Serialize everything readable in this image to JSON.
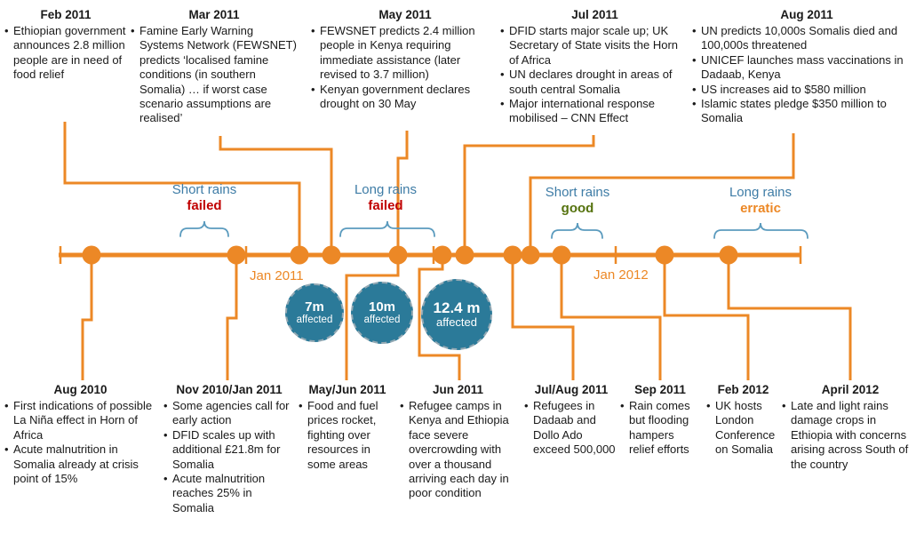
{
  "palette": {
    "orange": "#EC8826",
    "teal": "#2B7A99",
    "blue_label": "#3E7CA6",
    "red": "#C00000",
    "green": "#55720E",
    "brace": "#5B9BBE",
    "text": "#1A1A1A"
  },
  "top_events": [
    {
      "date": "Feb 2011",
      "bullets": [
        "Ethiopian government announces 2.8 million people are in need of food relief"
      ]
    },
    {
      "date": "Mar 2011",
      "bullets": [
        "Famine Early Warning Systems Network (FEWSNET) predicts ‘localised famine conditions (in southern Somalia) … if worst case scenario assumptions are realised’"
      ]
    },
    {
      "date": "May 2011",
      "bullets": [
        "FEWSNET predicts 2.4 million people in Kenya requiring immediate assistance (later revised to 3.7 million)",
        "Kenyan government declares drought on 30 May"
      ]
    },
    {
      "date": "Jul 2011",
      "bullets": [
        "DFID starts major scale up; UK Secretary of State visits the Horn of Africa",
        "UN declares drought in areas of south central Somalia",
        "Major international response mobilised – CNN Effect"
      ]
    },
    {
      "date": "Aug 2011",
      "bullets": [
        "UN predicts 10,000s Somalis died and 100,000s threatened",
        "UNICEF launches mass vaccinations in Dadaab, Kenya",
        "US increases aid to $580 million",
        "Islamic states pledge $350 million to Somalia"
      ]
    }
  ],
  "bottom_events": [
    {
      "date": "Aug 2010",
      "bullets": [
        "First indications of possible La Niña effect in Horn of Africa",
        "Acute malnutrition in Somalia already at crisis point of 15%"
      ]
    },
    {
      "date": "Nov 2010/Jan 2011",
      "bullets": [
        "Some agencies call for early action",
        "DFID scales up with additional £21.8m for Somalia",
        "Acute malnutrition reaches 25% in Somalia"
      ]
    },
    {
      "date": "May/Jun 2011",
      "bullets": [
        "Food and fuel prices rocket, fighting over resources in some areas"
      ]
    },
    {
      "date": "Jun 2011",
      "bullets": [
        "Refugee camps in Kenya and Ethiopia face severe overcrowding with over a thousand arriving each day in poor condition"
      ]
    },
    {
      "date": "Jul/Aug 2011",
      "bullets": [
        "Refugees in Dadaab and Dollo Ado exceed 500,000"
      ]
    },
    {
      "date": "Sep 2011",
      "bullets": [
        "Rain comes but flooding hampers relief efforts"
      ]
    },
    {
      "date": "Feb 2012",
      "bullets": [
        "UK hosts London Conference on Somalia"
      ]
    },
    {
      "date": "April 2012",
      "bullets": [
        "Late and light rains damage crops in Ethiopia with concerns arising across South of the country"
      ]
    }
  ],
  "rain_periods": [
    {
      "label": "Short rains",
      "status": "failed",
      "status_color": "#C00000"
    },
    {
      "label": "Long rains",
      "status": "failed",
      "status_color": "#C00000"
    },
    {
      "label": "Short rains",
      "status": "good",
      "status_color": "#55720E"
    },
    {
      "label": "Long rains",
      "status": "erratic",
      "status_color": "#EC8826"
    }
  ],
  "year_markers": [
    {
      "label": "Jan 2011"
    },
    {
      "label": "Jan 2012"
    }
  ],
  "affected_markers": [
    {
      "value": "7m",
      "label": "affected"
    },
    {
      "value": "10m",
      "label": "affected"
    },
    {
      "value": "12.4 m",
      "label": "affected"
    }
  ]
}
